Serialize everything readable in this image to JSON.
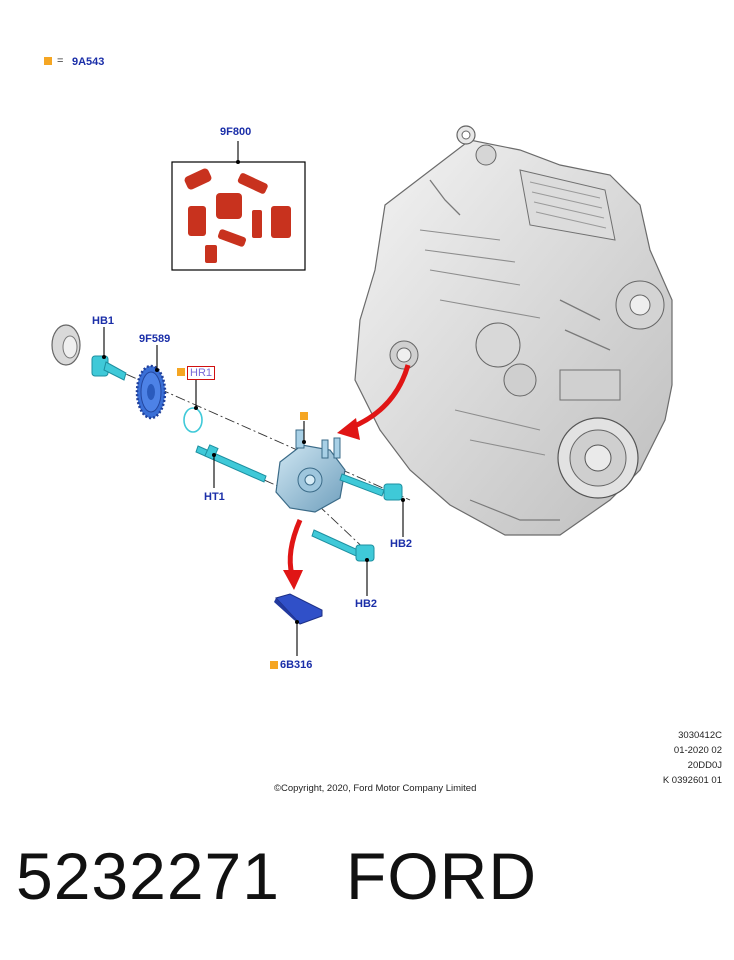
{
  "legend": {
    "equals": "=",
    "code": "9A543"
  },
  "callouts": {
    "kit": "9F800",
    "hb1": "HB1",
    "gear": "9F589",
    "hr1": "HR1",
    "ht1": "HT1",
    "hb2_top": "HB2",
    "hb2_bottom": "HB2",
    "cover": "6B316"
  },
  "info_block": [
    "3030412C",
    "01-2020 02",
    "20DD0J",
    "K 0392601 01"
  ],
  "copyright": "©Copyright, 2020, Ford Motor Company Limited",
  "footer": {
    "part_number": "5232271",
    "brand": "FORD"
  },
  "colors": {
    "label_blue": "#1a2ea8",
    "marker_orange": "#f5a623",
    "arrow_red": "#e01515",
    "part_cyan": "#3fc9d8",
    "part_gear_blue": "#3a6fd6",
    "seal_red": "#c8321e",
    "cover_blue": "#3050c8"
  }
}
